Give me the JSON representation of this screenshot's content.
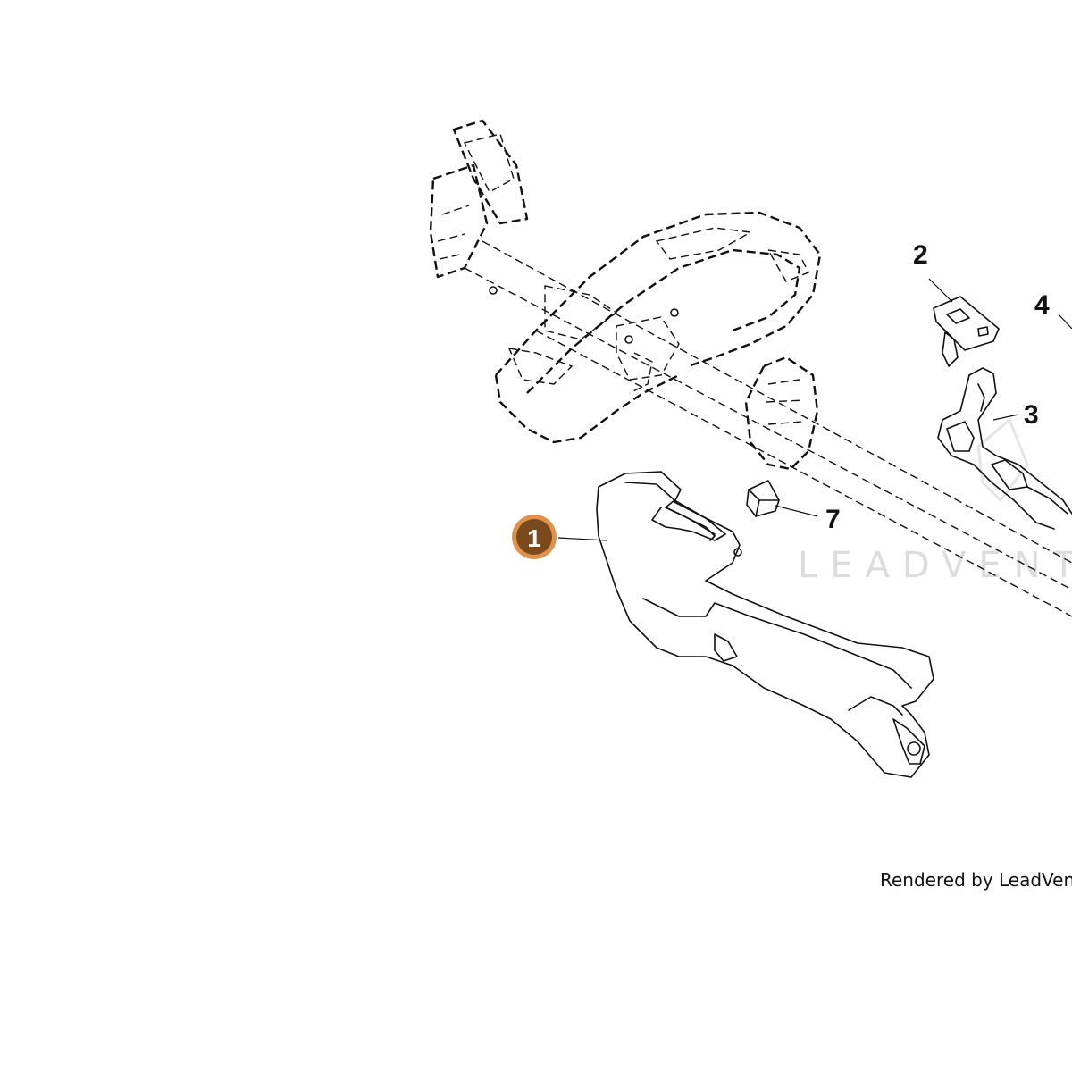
{
  "watermark": {
    "text": "LEADVENT"
  },
  "credit": {
    "text": "Rendered by LeadVenture,"
  },
  "callouts": [
    {
      "id": "1",
      "label": "1",
      "highlighted": true
    },
    {
      "id": "2",
      "label": "2",
      "highlighted": false
    },
    {
      "id": "3",
      "label": "3",
      "highlighted": false
    },
    {
      "id": "4",
      "label": "4",
      "highlighted": false
    },
    {
      "id": "7",
      "label": "7",
      "highlighted": false
    }
  ],
  "colors": {
    "highlight_fill": "#7a4a1c",
    "highlight_ring": "#e0914a",
    "line": "#111111"
  }
}
